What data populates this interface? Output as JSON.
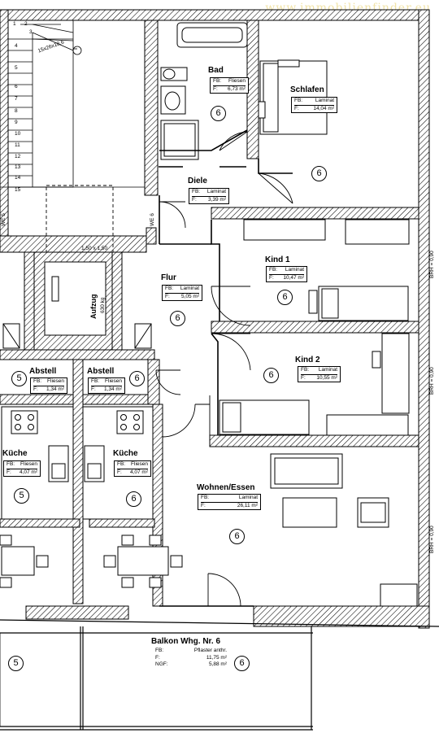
{
  "watermark": "www.immobilienfinder.eu",
  "stair": {
    "steps": [
      "1",
      "2",
      "3",
      "4",
      "5",
      "6",
      "7",
      "8",
      "9",
      "10",
      "11",
      "12",
      "13",
      "14",
      "15"
    ],
    "label": "15x26x18,6"
  },
  "lift_shaft": {
    "label": "1,50 x 1,50"
  },
  "lift": {
    "label": "Aufzug",
    "sub": "630 kg"
  },
  "wall_labels": {
    "we5": "WE 5",
    "we6": "WE 6"
  },
  "brh": [
    "BRH = 0,90",
    "BRH = 0,90",
    "BRH = 0,90"
  ],
  "rooms": {
    "bad": {
      "name": "Bad",
      "fb_key": "FB:",
      "fb": "Fliesen",
      "f_key": "F:",
      "f": "6,73 m²",
      "unit": "6"
    },
    "schlafen": {
      "name": "Schlafen",
      "fb_key": "FB:",
      "fb": "Laminat",
      "f_key": "F:",
      "f": "14,04 m²"
    },
    "diele": {
      "name": "Diele",
      "fb_key": "FB:",
      "fb": "Laminat",
      "f_key": "F:",
      "f": "3,39 m²"
    },
    "kind1": {
      "name": "Kind 1",
      "fb_key": "FB:",
      "fb": "Laminat",
      "f_key": "F:",
      "f": "10,47 m²",
      "unit": "6"
    },
    "flur": {
      "name": "Flur",
      "fb_key": "FB:",
      "fb": "Laminat",
      "f_key": "F:",
      "f": "5,05 m²",
      "unit": "6"
    },
    "kind2": {
      "name": "Kind 2",
      "fb_key": "FB:",
      "fb": "Laminat",
      "f_key": "F:",
      "f": "10,55 m²",
      "unit": "6"
    },
    "abstell5": {
      "name": "Abstell",
      "fb_key": "FB:",
      "fb": "Fliesen",
      "f_key": "F:",
      "f": "1,34 m²",
      "unit": "5"
    },
    "abstell6": {
      "name": "Abstell",
      "fb_key": "FB:",
      "fb": "Fliesen",
      "f_key": "F:",
      "f": "1,34 m²",
      "unit": "6"
    },
    "kueche5": {
      "name": "Küche",
      "fb_key": "FB:",
      "fb": "Fliesen",
      "f_key": "F:",
      "f": "4,07 m²",
      "unit": "5"
    },
    "kueche6": {
      "name": "Küche",
      "fb_key": "FB:",
      "fb": "Fliesen",
      "f_key": "F:",
      "f": "4,07 m²",
      "unit": "6"
    },
    "wohnen": {
      "name": "Wohnen/Essen",
      "fb_key": "FB:",
      "fb": "Laminat",
      "f_key": "F:",
      "f": "26,11 m²",
      "unit": "6"
    },
    "balkon": {
      "name": "Balkon Whg. Nr. 6",
      "fb_key": "FB:",
      "fb": "Pflaster anthr.",
      "f_key": "F:",
      "f": "11,75 m²",
      "ngf_key": "NGF:",
      "ngf": "5,88 m²",
      "unit": "6"
    }
  },
  "extra_units": {
    "schlafen_side": "6",
    "balkon5": "5"
  },
  "colors": {
    "wall": "#000000",
    "hatch": "#000000",
    "watermark": "#f1e3a8"
  }
}
